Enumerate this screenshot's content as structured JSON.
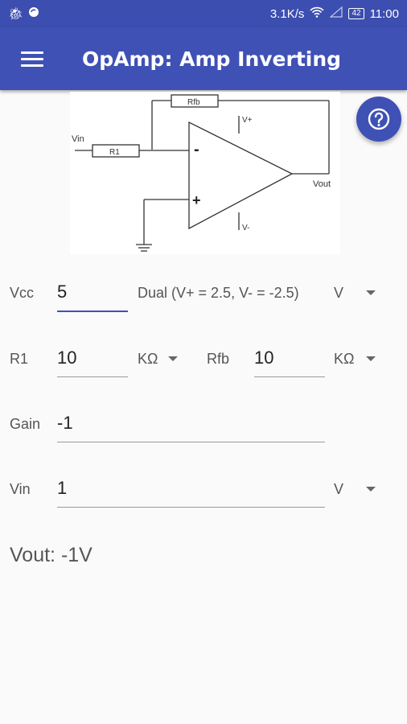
{
  "status": {
    "net_speed": "3.1K/s",
    "battery": "42",
    "time": "11:00"
  },
  "appbar": {
    "title": "OpAmp: Amp Inverting"
  },
  "diagram": {
    "rfb": "Rfb",
    "vplus": "V+",
    "vin": "Vin",
    "r1": "R1",
    "minus": "-",
    "plus": "+",
    "vout": "Vout",
    "vminus": "V-"
  },
  "form": {
    "vcc_label": "Vcc",
    "vcc_value": "5",
    "supply_mode": "Dual (V+ = 2.5, V- = -2.5)",
    "vcc_unit": "V",
    "r1_label": "R1",
    "r1_value": "10",
    "r1_unit": "KΩ",
    "rfb_label": "Rfb",
    "rfb_value": "10",
    "rfb_unit": "KΩ",
    "gain_label": "Gain",
    "gain_value": "-1",
    "vin_label": "Vin",
    "vin_value": "1",
    "vin_unit": "V"
  },
  "result": {
    "vout": "Vout: -1V"
  }
}
